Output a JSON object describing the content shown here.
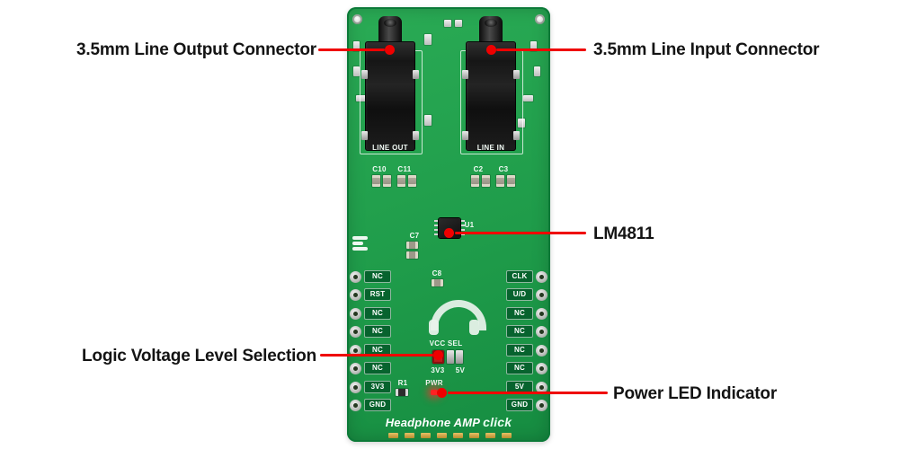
{
  "annotations": {
    "line_output": {
      "label": "3.5mm Line Output Connector"
    },
    "line_input": {
      "label": "3.5mm Line Input Connector"
    },
    "lm4811": {
      "label": "LM4811"
    },
    "logic_voltage": {
      "label": "Logic Voltage Level Selection"
    },
    "power_led": {
      "label": "Power LED Indicator"
    }
  },
  "board": {
    "title_main": "Headphone AMP",
    "title_accent": "click",
    "left_pins": [
      "NC",
      "RST",
      "NC",
      "NC",
      "NC",
      "NC",
      "3V3",
      "GND"
    ],
    "right_pins": [
      "CLK",
      "U/D",
      "NC",
      "NC",
      "NC",
      "NC",
      "5V",
      "GND"
    ],
    "silkscreen": {
      "line_out": "LINE OUT",
      "line_in": "LINE IN",
      "c10": "C10",
      "c11": "C11",
      "c2": "C2",
      "c3": "C3",
      "u1": "U1",
      "c7": "C7",
      "c8": "C8",
      "vcc_sel": "VCC SEL",
      "sel_3v3": "3V3",
      "sel_5v": "5V",
      "r1": "R1",
      "pwr": "PWR"
    },
    "colors": {
      "pcb": "#1f9c4a",
      "pcb_dark": "#0c7a38",
      "pin_chip": "#07632e",
      "annotation": "#ef0000"
    }
  }
}
